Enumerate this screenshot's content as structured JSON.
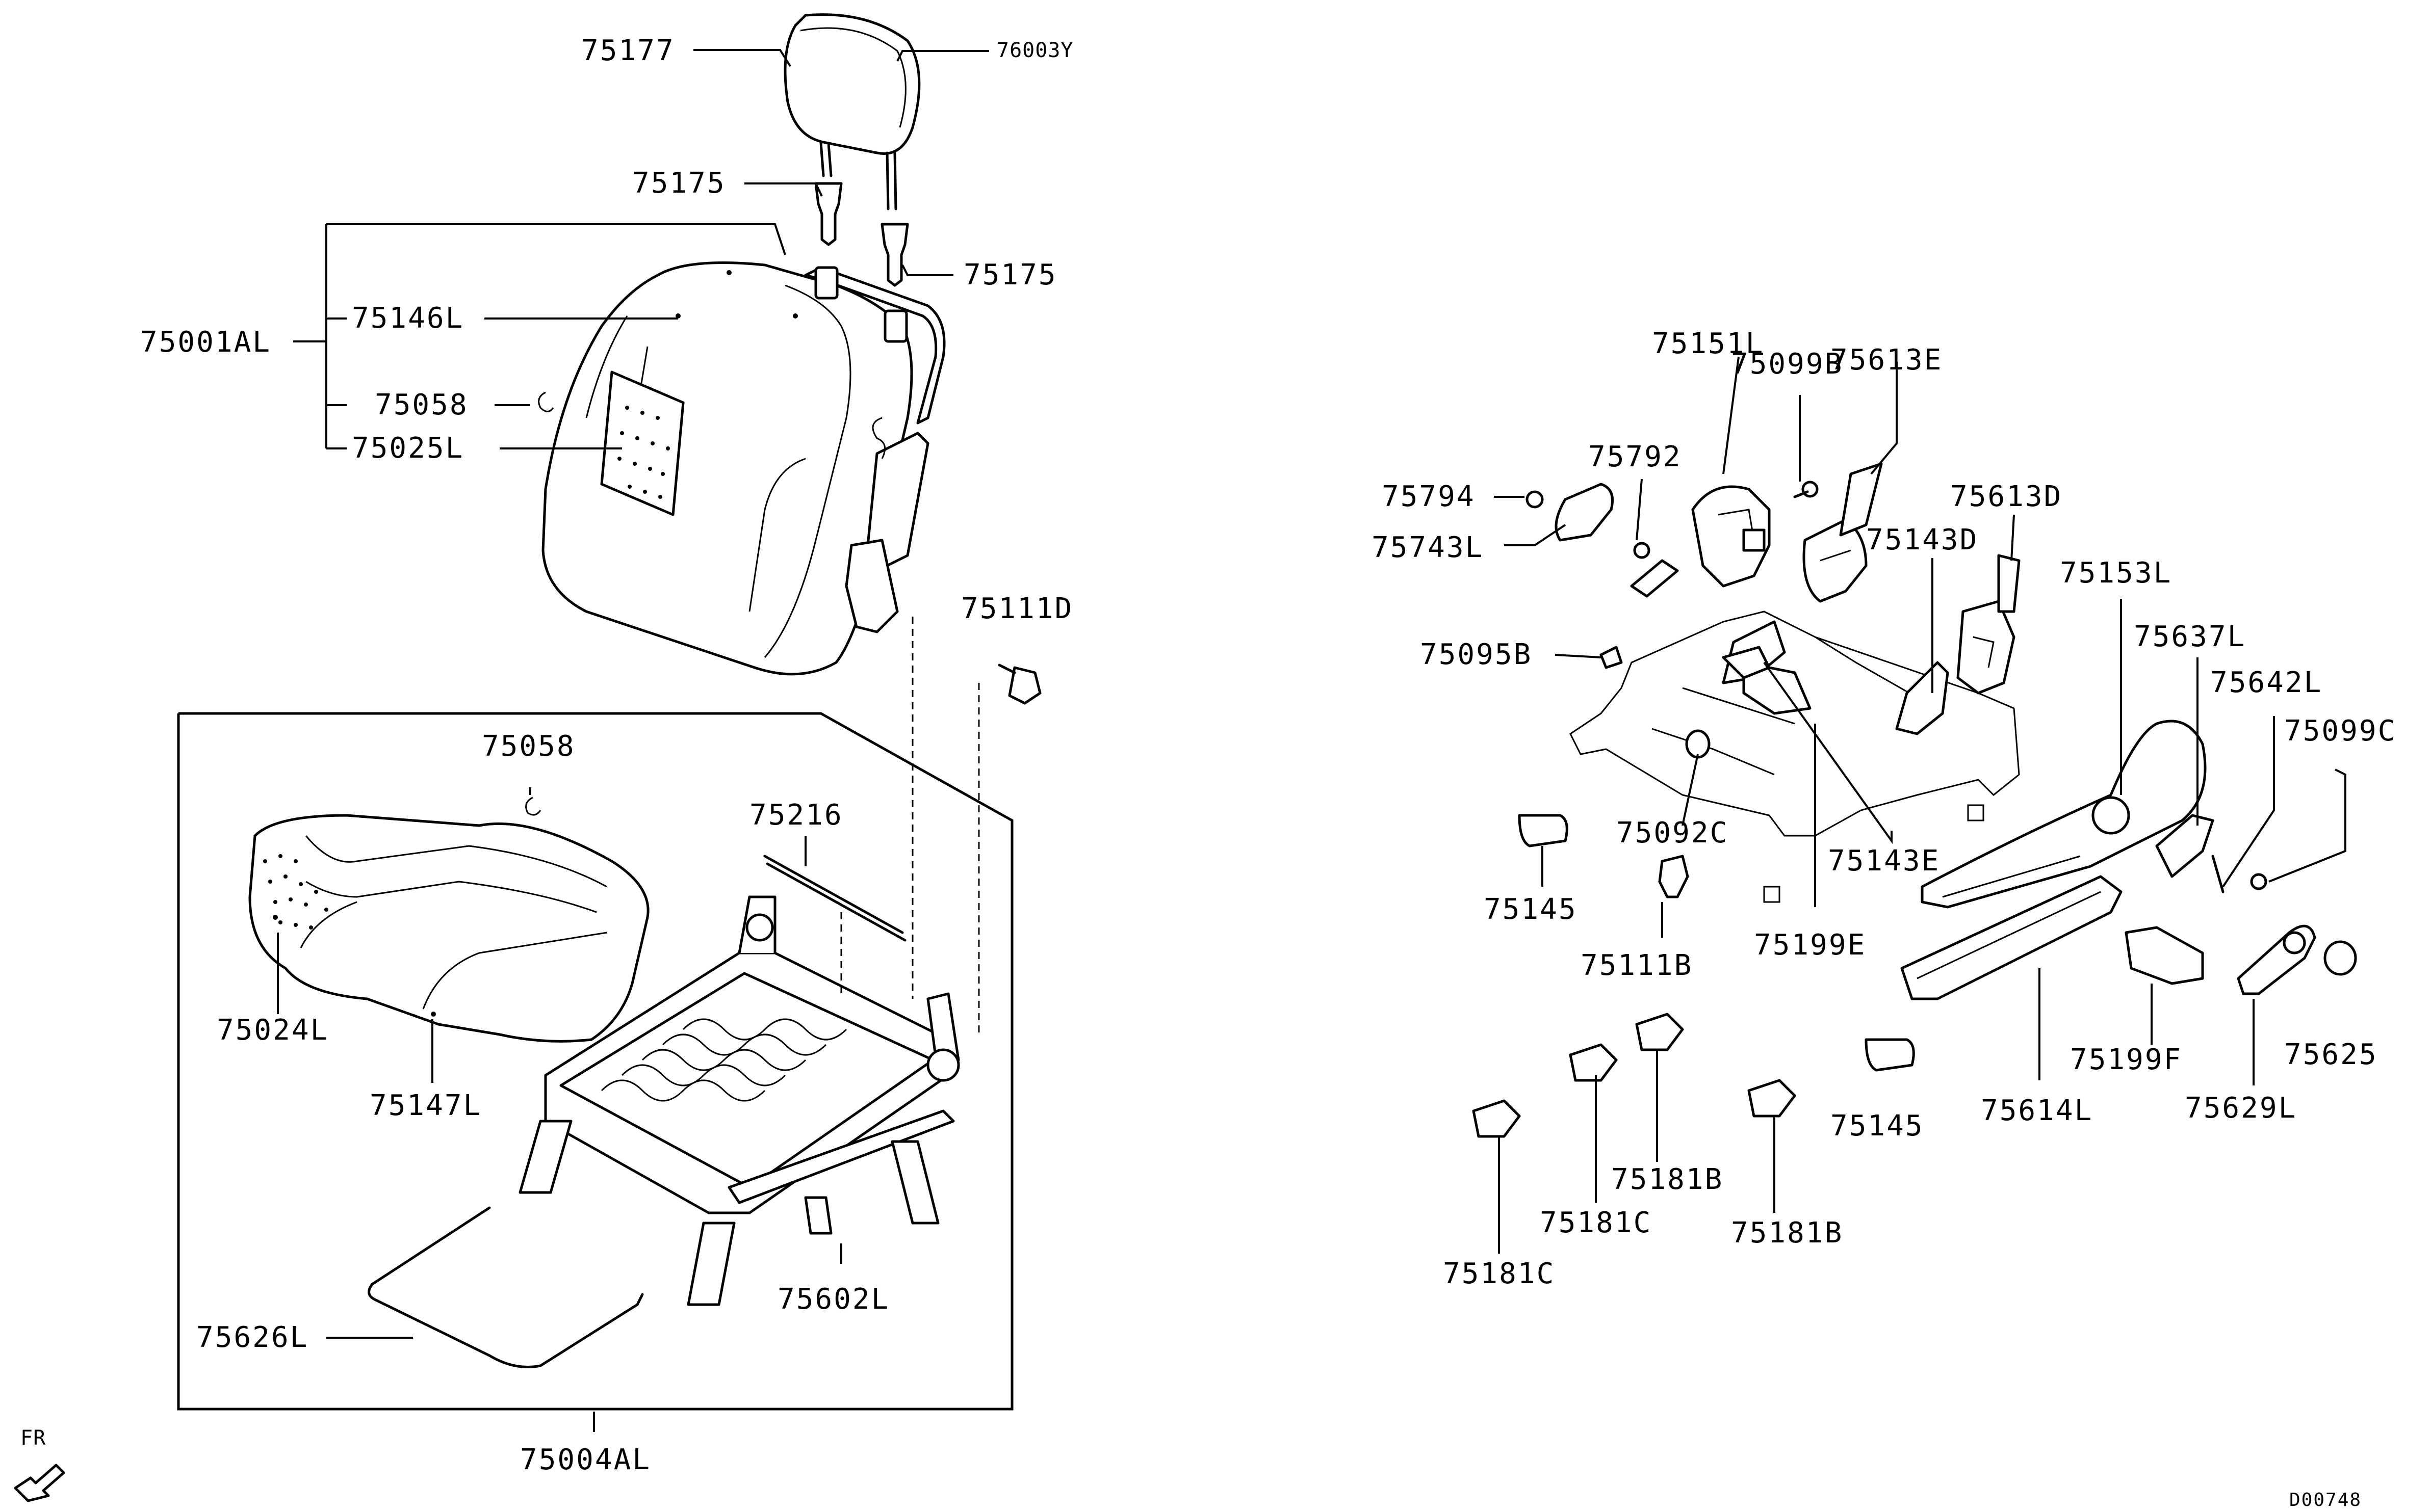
{
  "diagram": {
    "labels": {
      "p75177": "75177",
      "p76003y": "76003Y",
      "p75175a": "75175",
      "p75175b": "75175",
      "p75001al": "75001AL",
      "p75146l": "75146L",
      "p75058a": "75058",
      "p75025l": "75025L",
      "p75111d": "75111D",
      "p75058b": "75058",
      "p75216": "75216",
      "p75024l": "75024L",
      "p75147l": "75147L",
      "p75626l": "75626L",
      "p75602l": "75602L",
      "p75004al": "75004AL",
      "p75151l": "75151L",
      "p75613e": "75613E",
      "p75792": "75792",
      "p75099b": "75099B",
      "p75794": "75794",
      "p75743l": "75743L",
      "p75613d": "75613D",
      "p75143d": "75143D",
      "p75153l": "75153L",
      "p75095b": "75095B",
      "p75637l": "75637L",
      "p75642l": "75642L",
      "p75099c": "75099C",
      "p75092c": "75092C",
      "p75143e": "75143E",
      "p75145a": "75145",
      "p75111b": "75111B",
      "p75199e": "75199E",
      "p75625": "75625",
      "p75199f": "75199F",
      "p75181b1": "75181B",
      "p75181c1": "75181C",
      "p75145b": "75145",
      "p75614l": "75614L",
      "p75629l": "75629L",
      "p75181b2": "75181B",
      "p75181c2": "75181C"
    },
    "direction_marker": "FR",
    "diagram_code": "D00748"
  }
}
